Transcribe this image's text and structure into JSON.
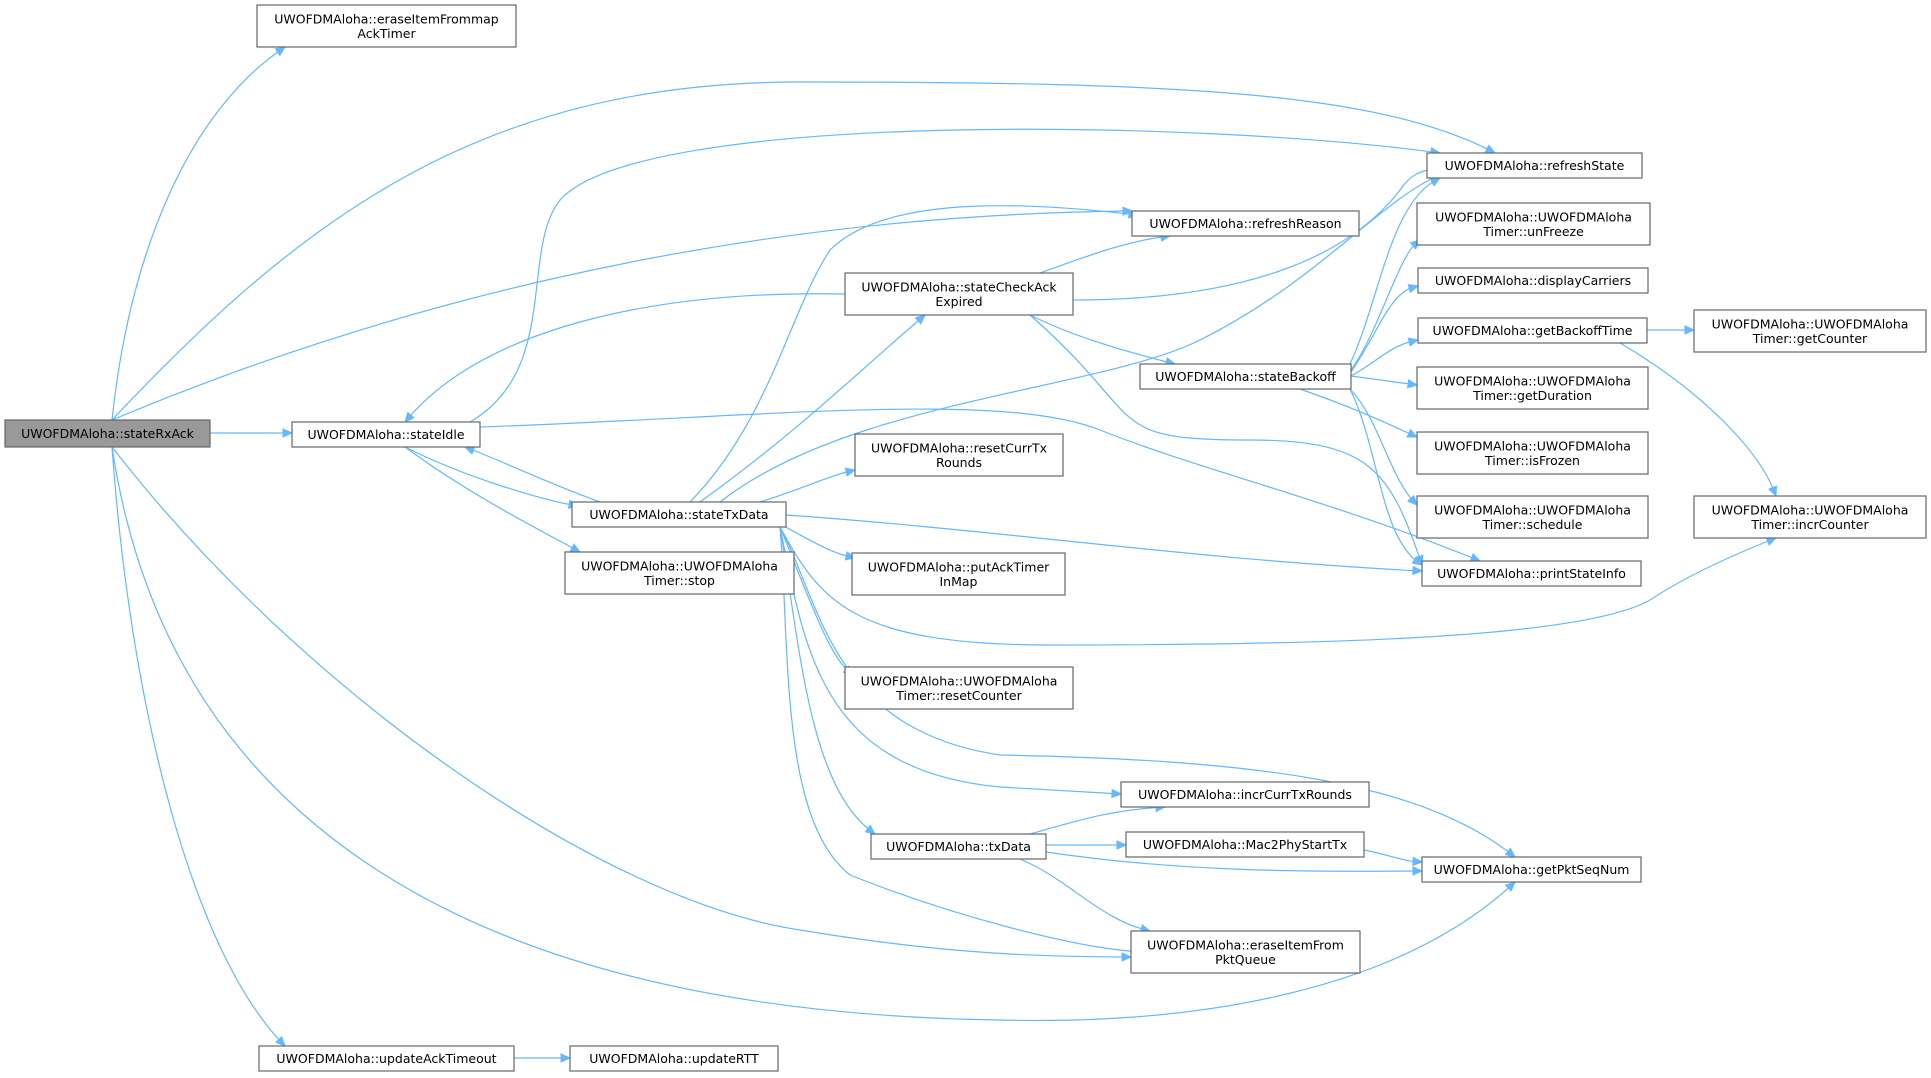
{
  "graph": {
    "nodes": {
      "stateRxAck": {
        "lines": [
          "UWOFDMAloha::stateRxAck"
        ],
        "root": true
      },
      "eraseItemMap": {
        "lines": [
          "UWOFDMAloha::eraseItemFrommap",
          "AckTimer"
        ]
      },
      "stateIdle": {
        "lines": [
          "UWOFDMAloha::stateIdle"
        ]
      },
      "stateTxData": {
        "lines": [
          "UWOFDMAloha::stateTxData"
        ]
      },
      "timerStop": {
        "lines": [
          "UWOFDMAloha::UWOFDMAloha",
          "Timer::stop"
        ]
      },
      "stateCheckAck": {
        "lines": [
          "UWOFDMAloha::stateCheckAck",
          "Expired"
        ]
      },
      "resetCurrTx": {
        "lines": [
          "UWOFDMAloha::resetCurrTx",
          "Rounds"
        ]
      },
      "putAckTimer": {
        "lines": [
          "UWOFDMAloha::putAckTimer",
          "InMap"
        ]
      },
      "resetCounter": {
        "lines": [
          "UWOFDMAloha::UWOFDMAloha",
          "Timer::resetCounter"
        ]
      },
      "txData": {
        "lines": [
          "UWOFDMAloha::txData"
        ]
      },
      "refreshReason": {
        "lines": [
          "UWOFDMAloha::refreshReason"
        ]
      },
      "refreshState": {
        "lines": [
          "UWOFDMAloha::refreshState"
        ]
      },
      "stateBackoff": {
        "lines": [
          "UWOFDMAloha::stateBackoff"
        ]
      },
      "incrCurrTx": {
        "lines": [
          "UWOFDMAloha::incrCurrTxRounds"
        ]
      },
      "mac2Phy": {
        "lines": [
          "UWOFDMAloha::Mac2PhyStartTx"
        ]
      },
      "eraseItemPkt": {
        "lines": [
          "UWOFDMAloha::eraseItemFrom",
          "PktQueue"
        ]
      },
      "unFreeze": {
        "lines": [
          "UWOFDMAloha::UWOFDMAloha",
          "Timer::unFreeze"
        ]
      },
      "displayCarriers": {
        "lines": [
          "UWOFDMAloha::displayCarriers"
        ]
      },
      "getBackoffTime": {
        "lines": [
          "UWOFDMAloha::getBackoffTime"
        ]
      },
      "getDuration": {
        "lines": [
          "UWOFDMAloha::UWOFDMAloha",
          "Timer::getDuration"
        ]
      },
      "isFrozen": {
        "lines": [
          "UWOFDMAloha::UWOFDMAloha",
          "Timer::isFrozen"
        ]
      },
      "schedule": {
        "lines": [
          "UWOFDMAloha::UWOFDMAloha",
          "Timer::schedule"
        ]
      },
      "printStateInfo": {
        "lines": [
          "UWOFDMAloha::printStateInfo"
        ]
      },
      "getPktSeqNum": {
        "lines": [
          "UWOFDMAloha::getPktSeqNum"
        ]
      },
      "getCounter": {
        "lines": [
          "UWOFDMAloha::UWOFDMAloha",
          "Timer::getCounter"
        ]
      },
      "incrCounter": {
        "lines": [
          "UWOFDMAloha::UWOFDMAloha",
          "Timer::incrCounter"
        ]
      },
      "updateAckTimeout": {
        "lines": [
          "UWOFDMAloha::updateAckTimeout"
        ]
      },
      "updateRTT": {
        "lines": [
          "UWOFDMAloha::updateRTT"
        ]
      }
    },
    "edges": [
      [
        "stateRxAck",
        "eraseItemMap"
      ],
      [
        "stateRxAck",
        "refreshState"
      ],
      [
        "stateRxAck",
        "refreshReason"
      ],
      [
        "stateRxAck",
        "stateIdle"
      ],
      [
        "stateRxAck",
        "eraseItemPkt"
      ],
      [
        "stateRxAck",
        "getPktSeqNum"
      ],
      [
        "stateRxAck",
        "updateAckTimeout"
      ],
      [
        "stateIdle",
        "refreshState"
      ],
      [
        "stateIdle",
        "stateTxData"
      ],
      [
        "stateIdle",
        "timerStop"
      ],
      [
        "stateIdle",
        "printStateInfo"
      ],
      [
        "stateTxData",
        "stateIdle"
      ],
      [
        "stateTxData",
        "refreshReason"
      ],
      [
        "stateTxData",
        "stateCheckAck"
      ],
      [
        "stateTxData",
        "refreshState"
      ],
      [
        "stateTxData",
        "resetCurrTx"
      ],
      [
        "stateTxData",
        "putAckTimer"
      ],
      [
        "stateTxData",
        "printStateInfo"
      ],
      [
        "stateTxData",
        "incrCounter"
      ],
      [
        "stateTxData",
        "resetCounter"
      ],
      [
        "stateTxData",
        "getPktSeqNum"
      ],
      [
        "stateTxData",
        "incrCurrTx"
      ],
      [
        "stateTxData",
        "txData"
      ],
      [
        "stateTxData",
        "eraseItemPkt"
      ],
      [
        "stateCheckAck",
        "refreshReason"
      ],
      [
        "stateCheckAck",
        "refreshState"
      ],
      [
        "stateCheckAck",
        "stateIdle"
      ],
      [
        "stateCheckAck",
        "stateBackoff"
      ],
      [
        "stateCheckAck",
        "printStateInfo"
      ],
      [
        "stateBackoff",
        "refreshState"
      ],
      [
        "stateBackoff",
        "unFreeze"
      ],
      [
        "stateBackoff",
        "displayCarriers"
      ],
      [
        "stateBackoff",
        "getBackoffTime"
      ],
      [
        "stateBackoff",
        "getDuration"
      ],
      [
        "stateBackoff",
        "isFrozen"
      ],
      [
        "stateBackoff",
        "schedule"
      ],
      [
        "stateBackoff",
        "printStateInfo"
      ],
      [
        "getBackoffTime",
        "getCounter"
      ],
      [
        "getBackoffTime",
        "incrCounter"
      ],
      [
        "txData",
        "incrCurrTx"
      ],
      [
        "txData",
        "mac2Phy"
      ],
      [
        "txData",
        "getPktSeqNum"
      ],
      [
        "txData",
        "eraseItemPkt"
      ],
      [
        "mac2Phy",
        "getPktSeqNum"
      ],
      [
        "updateAckTimeout",
        "updateRTT"
      ]
    ]
  }
}
